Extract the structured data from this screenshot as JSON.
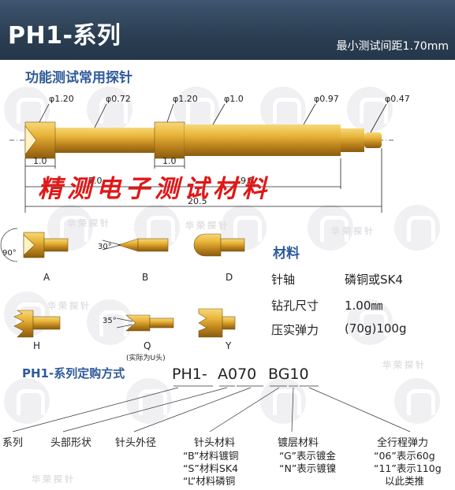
{
  "header": {
    "title": "PH1-系列",
    "subtitle": "最小测试间距1.70mm"
  },
  "section_title": "功能测试常用探针",
  "dims": {
    "d1": "φ1.20",
    "d2": "φ0.72",
    "d3": "φ1.20",
    "d4": "φ1.0",
    "d5": "φ0.97",
    "d6": "φ0.47",
    "len_a": "1.0",
    "len_b": "1.0",
    "len_c": "7.0",
    "len_d": "9.5",
    "len_total": "20.5"
  },
  "watermark_red": "精测电子测试材料",
  "watermark_text": "华荣探针",
  "tips": {
    "A": "A",
    "B": "B",
    "D": "D",
    "H": "H",
    "Q": "Q",
    "Q_note": "(实际为U头)",
    "Y": "Y",
    "ang_a": "90°",
    "ang_b": "30°",
    "ang_q": "35°"
  },
  "material": {
    "title": "材料",
    "rows": [
      {
        "k": "针轴",
        "v": "磷铜或SK4"
      },
      {
        "k": "钻孔尺寸",
        "v": "1.00㎜"
      },
      {
        "k": "压实弹力",
        "v": "(70g)100g"
      }
    ]
  },
  "order": {
    "title": "PH1-系列定购方式",
    "p1": "PH1-",
    "p2": "A070",
    "p3": "BG10",
    "labels": [
      "系列",
      "头部形状",
      "针头外径",
      "针头材料",
      "镀层材料",
      "全行程弹力"
    ],
    "material_notes": [
      "“B”材料镀铜",
      "“S”材料SK4",
      "“L”材料磷铜"
    ],
    "plating_notes": [
      "“G”表示镀金",
      "“N”表示镀镍"
    ],
    "force_notes": [
      "“06”表示60g",
      "“11”表示110g",
      "以此类推"
    ]
  }
}
